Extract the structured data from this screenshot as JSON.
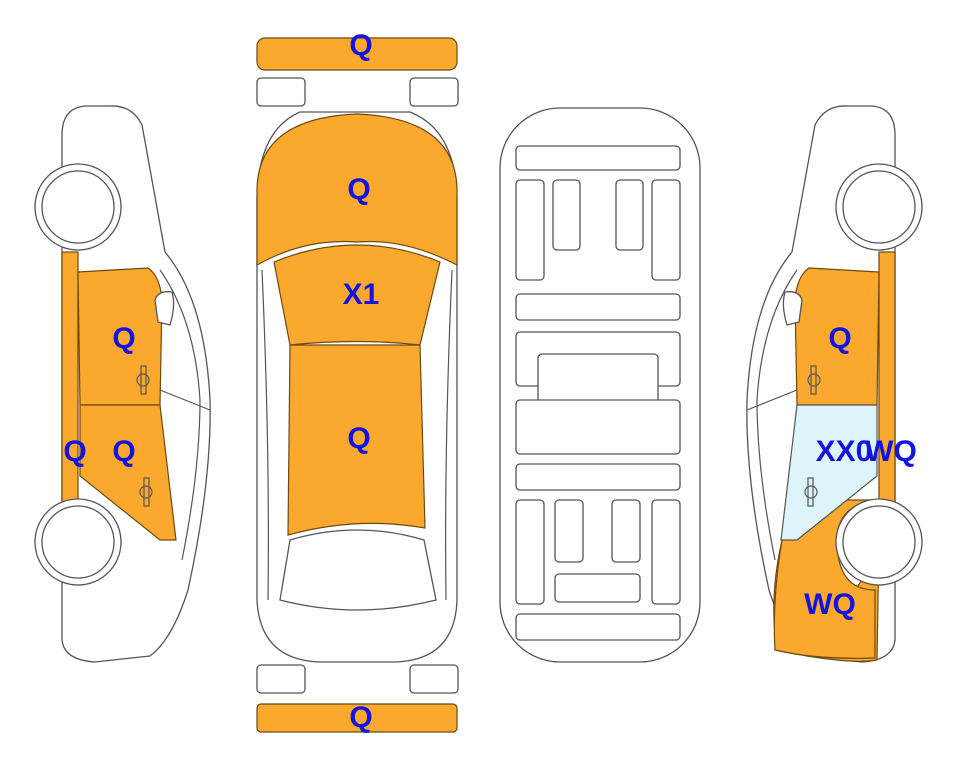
{
  "colors": {
    "damaged": "#FBA82E",
    "glass_damaged": "#DDF4FA",
    "label": "#1414E0"
  },
  "top_view": {
    "front_bumper": "Q",
    "hood": "Q",
    "windshield": "X1",
    "roof": "Q",
    "rear_bumper": "Q"
  },
  "left_side": {
    "front_door": "Q",
    "sill": "Q",
    "rear_door": "Q"
  },
  "right_side": {
    "front_door": "Q",
    "rear_door": "XX0",
    "sill": "WQ",
    "rear_quarter": "WQ"
  }
}
